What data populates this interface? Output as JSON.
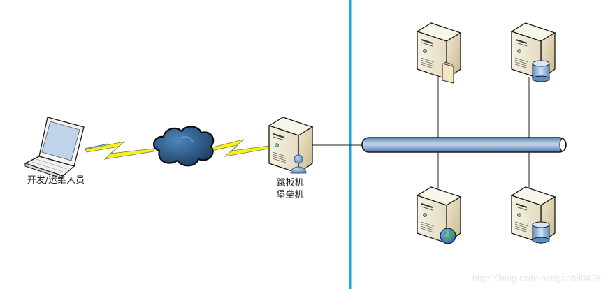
{
  "diagram": {
    "title": "Jump server / bastion host network topology",
    "nodes": {
      "client": {
        "label": "开发/运维人员",
        "icon": "laptop-icon"
      },
      "internet": {
        "label": "",
        "icon": "cloud-icon"
      },
      "bastion": {
        "label_line1": "跳板机",
        "label_line2": "堡垒机",
        "icon": "server-user-icon"
      },
      "server_top_left": {
        "label": "",
        "icon": "server-file-icon"
      },
      "server_top_right": {
        "label": "",
        "icon": "server-database-icon"
      },
      "server_bottom_left": {
        "label": "",
        "icon": "server-web-icon"
      },
      "server_bottom_right": {
        "label": "",
        "icon": "server-database-icon"
      }
    },
    "links": [
      {
        "from": "client",
        "to": "internet",
        "type": "wireless-lightning"
      },
      {
        "from": "internet",
        "to": "bastion",
        "type": "wireless-lightning"
      },
      {
        "from": "bastion",
        "to": "bus",
        "type": "wire"
      },
      {
        "from": "bus",
        "to": "server_top_left",
        "type": "wire"
      },
      {
        "from": "bus",
        "to": "server_top_right",
        "type": "wire"
      },
      {
        "from": "bus",
        "to": "server_bottom_left",
        "type": "wire"
      },
      {
        "from": "bus",
        "to": "server_bottom_right",
        "type": "wire"
      }
    ],
    "colors": {
      "divider": "#1aa5e8",
      "bus": "#8fb0d6",
      "lightning": "#f5f020",
      "cloud": "#2e5f8f",
      "server": "#efe9d6"
    }
  },
  "watermark": "https://blog.csdn.net/gaofei0428"
}
